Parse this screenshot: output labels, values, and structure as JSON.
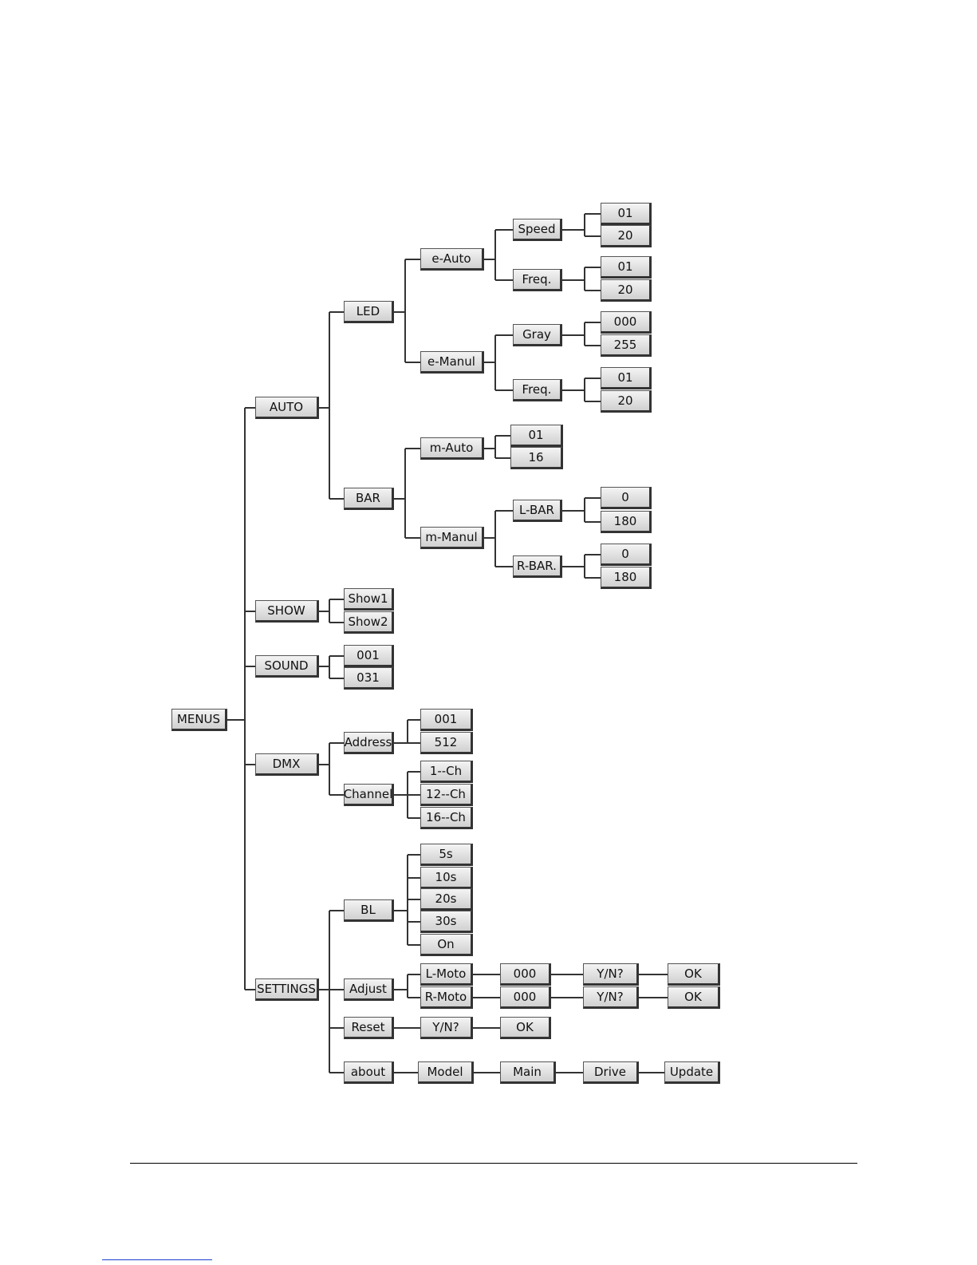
{
  "menu": {
    "root": "MENUS",
    "auto": "AUTO",
    "led": "LED",
    "e_auto": "e-Auto",
    "speed": "Speed",
    "speed_min": "01",
    "speed_max": "20",
    "freq_a": "Freq.",
    "freq_a_min": "01",
    "freq_a_max": "20",
    "e_manul": "e-Manul",
    "gray": "Gray",
    "gray_min": "000",
    "gray_max": "255",
    "freq_b": "Freq.",
    "freq_b_min": "01",
    "freq_b_max": "20",
    "bar": "BAR",
    "m_auto": "m-Auto",
    "m_auto_min": "01",
    "m_auto_max": "16",
    "m_manul": "m-Manul",
    "l_bar": "L-BAR",
    "l_bar_min": "0",
    "l_bar_max": "180",
    "r_bar": "R-BAR.",
    "r_bar_min": "0",
    "r_bar_max": "180",
    "show": "SHOW",
    "show1": "Show1",
    "show2": "Show2",
    "sound": "SOUND",
    "sound_min": "001",
    "sound_max": "031",
    "dmx": "DMX",
    "address": "Address",
    "address_min": "001",
    "address_max": "512",
    "channel": "Channel",
    "ch_1": "1--Ch",
    "ch_12": "12--Ch",
    "ch_16": "16--Ch",
    "settings": "SETTINGS",
    "bl": "BL",
    "bl_5s": "5s",
    "bl_10s": "10s",
    "bl_20s": "20s",
    "bl_30s": "30s",
    "bl_on": "On",
    "adjust": "Adjust",
    "l_moto": "L-Moto",
    "l_moto_val": "000",
    "l_moto_confirm": "Y/N?",
    "l_moto_ok": "OK",
    "r_moto": "R-Moto",
    "r_moto_val": "000",
    "r_moto_confirm": "Y/N?",
    "r_moto_ok": "OK",
    "reset": "Reset",
    "reset_confirm": "Y/N?",
    "reset_ok": "OK",
    "about": "about",
    "model": "Model",
    "main": "Main",
    "drive": "Drive",
    "update": "Update"
  }
}
